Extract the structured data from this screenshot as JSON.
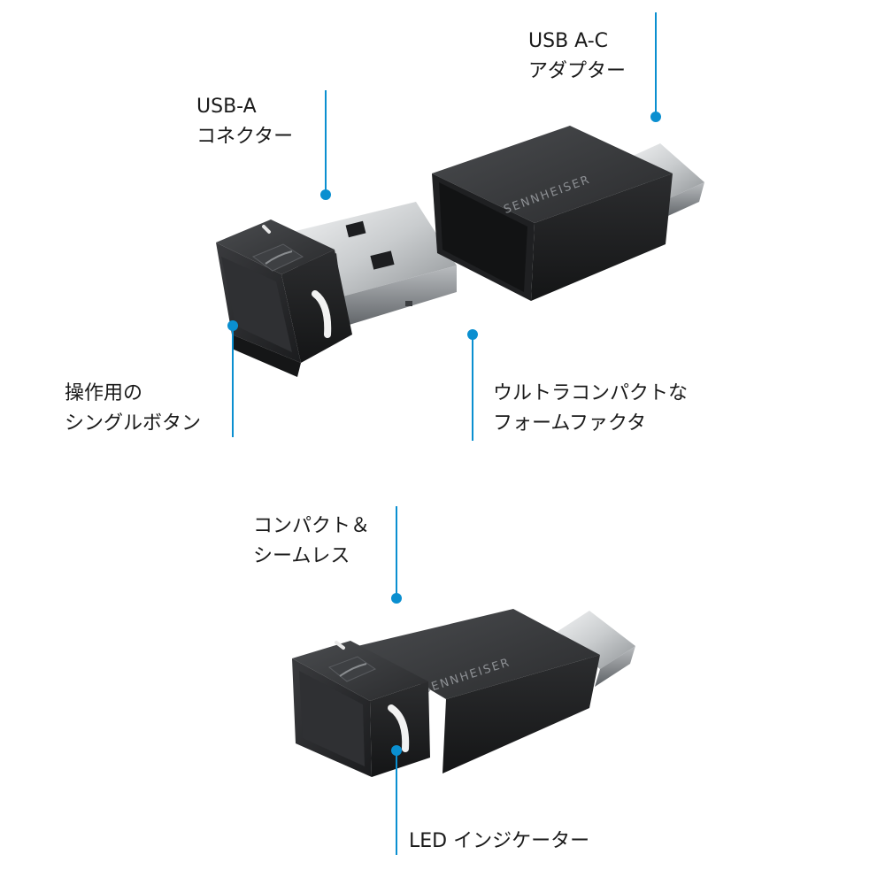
{
  "callouts": {
    "usb_a_connector": {
      "line1": "USB-A",
      "line2": "コネクター"
    },
    "usb_ac_adapter": {
      "line1": "USB A-C",
      "line2": "アダプター"
    },
    "single_button": {
      "line1": "操作用の",
      "line2": "シングルボタン"
    },
    "ultra_compact": {
      "line1": "ウルトラコンパクトな",
      "line2": "フォームファクタ"
    },
    "compact_seamless": {
      "line1": "コンパクト＆",
      "line2": "シームレス"
    },
    "led_indicator": {
      "line1": "LED インジケーター"
    }
  },
  "brand": {
    "logo_text": "SENNHEISER"
  },
  "colors": {
    "callout": "#0a8fd0",
    "body": "#2d2f31",
    "body_dark": "#1c1d1f",
    "metal": "#d6d8da",
    "led_ring": "#f2f2f2"
  }
}
